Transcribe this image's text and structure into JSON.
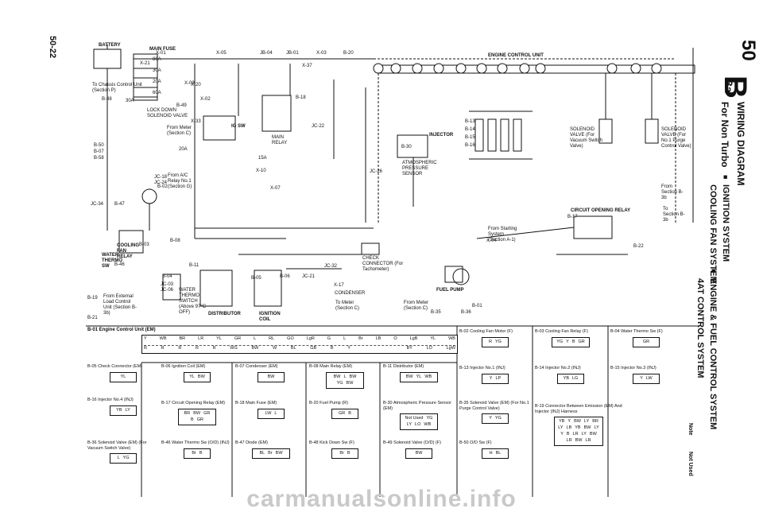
{
  "page": {
    "page_number": "50-22",
    "section_number": "50",
    "section_code": "B",
    "section_sub": "3a",
    "title_main": "WIRING DIAGRAM",
    "title_for": "For Non Turbo",
    "systems": [
      "IGNITION SYSTEM",
      "COOLING FAN SYSTEM",
      "ENGINE & FUEL CONTROL SYSTEM",
      "4AT CONTROL SYSTEM"
    ],
    "bullet": "■",
    "note_label": "Note",
    "note_text": "Not Used"
  },
  "top_labels": {
    "battery": "BATTERY",
    "main_fuse": "MAIN FUSE",
    "engine_control_unit": "ENGINE CONTROL UNIT",
    "to_chassis_control": "To Chassis Control Unit",
    "section_p": "(Section P)",
    "lock_down_solenoid": "LOCK DOWN SOLENOID VALVE",
    "from_meter": "From Meter",
    "section_c": "(Section C)",
    "from_ac_relay": "From A/C Relay No.1",
    "section_g": "(Section G)",
    "ig_sw": "IG SW",
    "main_relay": "MAIN RELAY",
    "atmospheric_sensor": "ATMOSPHERIC PRESSURE SENSOR",
    "injector": "INJECTOR",
    "solenoid_valve_left": "SOLENOID VALVE (For Vacuum Switch Valve)",
    "solenoid_valve_right": "SOLENOID VALVE (For No.1 Purge Control Valve)",
    "from_section_b3b": "From Section B-3b",
    "to_section_b3b": "To Section B-3b",
    "circuit_opening_relay": "CIRCUIT OPENING RELAY",
    "from_starting_system": "From Starting System (Section A-1)",
    "cooling_fan_relay": "COOLING FAN RELAY",
    "water_thermo_sw": "WATER THERMO SW",
    "from_external_load": "From External Load Control Unit (Section B-3b)",
    "water_thermo_switch": "WATER THERMO SWITCH (Above 97°C OFF)",
    "distributor": "DISTRIBUTOR",
    "ignition_coil": "IGNITION COIL",
    "check_connector": "CHECK CONNECTOR (For Tachometer)",
    "condenser": "CONDENSER",
    "to_meter": "To Meter (Section C)",
    "fuel_pump": "FUEL PUMP",
    "from_meter_c2": "From Meter (Section C)"
  },
  "fuse_labels": [
    "80A",
    "30A",
    "20A",
    "60A",
    "30A",
    "15A",
    "20A"
  ],
  "wire_codes": [
    "X-01",
    "X-05",
    "X-21",
    "X-09",
    "X-02",
    "JB-04",
    "JB-01",
    "X-03",
    "B-48",
    "B-49",
    "B-50",
    "B-07",
    "B-58",
    "JC-18",
    "JC-24",
    "B-02",
    "B-47",
    "B-19",
    "B-21",
    "B-03",
    "B-46",
    "B-08",
    "JC-03",
    "JC-06",
    "B-04",
    "B-11",
    "B-05",
    "B-06",
    "JC-22",
    "JC-26",
    "B-30",
    "B-13",
    "B-14",
    "B-15",
    "B-16",
    "B-17",
    "B-18",
    "B-20",
    "B-22",
    "B-35",
    "B-36",
    "B-01",
    "JC-21",
    "JC-32",
    "JC-34",
    "X-17",
    "X-04",
    "X-07",
    "X-37",
    "X-33",
    "X-10",
    "X-20"
  ],
  "connector_ecu_title": "B-01 Engine Control Unit (EM)",
  "connector_rows": {
    "row1": [
      "Y",
      "WB",
      "BR",
      "LR",
      "YL",
      "GR",
      "L",
      "RL",
      "GO",
      "LgR",
      "G",
      "L",
      "Br",
      "LB",
      "O",
      "LgB",
      "YL",
      "WB"
    ],
    "row2": [
      "R",
      "R",
      "R",
      "R",
      "R",
      "WG",
      "BW",
      "W",
      "BL",
      "GB",
      "B",
      "Y",
      "",
      "",
      "",
      "BY",
      "LO",
      "LgW"
    ]
  },
  "connectors": [
    {
      "title": "B-02 Cooling Fan Motor (F)",
      "pins": [
        "R",
        "YG"
      ]
    },
    {
      "title": "B-03 Cooling Fan Relay (F)",
      "pins": [
        "YG",
        "Y",
        "B",
        "GR"
      ]
    },
    {
      "title": "B-04 Water Thermo Sw (F)",
      "pins": [
        "GR"
      ]
    },
    {
      "title": "B-05 Check Connector (EM)",
      "pins": [
        "YL"
      ]
    },
    {
      "title": "B-06 Ignition Coil (EM)",
      "pins": [
        "YL",
        "BW"
      ]
    },
    {
      "title": "B-07 Condenser (EM)",
      "pins": [
        "BW"
      ]
    },
    {
      "title": "B-08 Main Relay (EM)",
      "pins": [
        "BW",
        "L",
        "BW",
        "YG",
        "BW"
      ]
    },
    {
      "title": "B-11 Distributor (EM)",
      "pins": [
        "BW",
        "YL",
        "WB"
      ]
    },
    {
      "title": "B-13 Injector No.1 (INJ)",
      "pins": [
        "Y",
        "LP"
      ]
    },
    {
      "title": "B-14 Injector No.2 (INJ)",
      "pins": [
        "YB",
        "LG"
      ]
    },
    {
      "title": "B-15 Injector No.3 (INJ)",
      "pins": [
        "Y",
        "LW"
      ]
    },
    {
      "title": "B-16 Injector No.4 (INJ)",
      "pins": [
        "YB",
        "LY"
      ]
    },
    {
      "title": "B-17 Circuit Opening Relay (EM)",
      "pins": [
        "BR",
        "BW",
        "GR",
        "B",
        "GR"
      ]
    },
    {
      "title": "B-18 Main Fuse (EM)",
      "pins": [
        "LW",
        "L"
      ]
    },
    {
      "title": "B-19 Connector Between Emission (EM) And Injector (INJ) Harness",
      "pins": [
        "YB",
        "Y",
        "BW",
        "LY",
        "BR",
        "LY",
        "LB",
        "YB",
        "BW",
        "LY",
        "Y",
        "B",
        "LR",
        "LY",
        "BW",
        "LR",
        "BW",
        "LR"
      ]
    },
    {
      "title": "B-20 Fuel Pump (R)",
      "pins": [
        "GR",
        "B"
      ]
    },
    {
      "title": "B-30 Atmospheric Pressure Sensor (EM)",
      "pins": [
        "Not Used",
        "YG",
        "LY",
        "LO",
        "WB"
      ]
    },
    {
      "title": "B-35 Solenoid Valve (EM) (For No.1 Purge Control Valve)",
      "pins": [
        "Y",
        "YG"
      ]
    },
    {
      "title": "B-36 Solenoid Valve (EM) (For Vacuum Switch Valve)",
      "pins": [
        "L",
        "YG"
      ]
    },
    {
      "title": "B-46 Water Thermo Sw (O/D) (INJ)",
      "pins": [
        "Br",
        "B"
      ]
    },
    {
      "title": "B-47 Diode (EM)",
      "pins": [
        "BL",
        "Br",
        "BW"
      ]
    },
    {
      "title": "B-48 Kick Down Sw (F)",
      "pins": [
        "Br",
        "B"
      ]
    },
    {
      "title": "B-49 Solenoid Valve (O/D) (F)",
      "pins": [
        "BW"
      ]
    },
    {
      "title": "B-50 O/D Sw (F)",
      "pins": [
        "H",
        "BL"
      ]
    }
  ],
  "watermark": "carmanualsonline.info",
  "colors": {
    "ink": "#111111",
    "background": "#ffffff",
    "watermark": "#c9c9c9"
  }
}
